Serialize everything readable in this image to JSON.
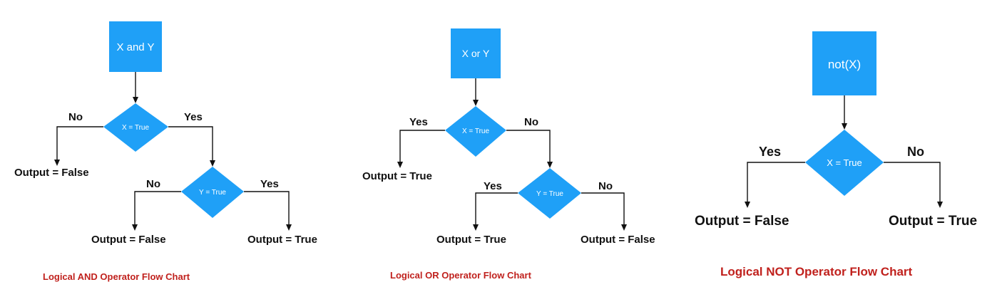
{
  "colors": {
    "shape": "#1fa0f7",
    "caption": "#c0211d",
    "line": "#111111"
  },
  "and_chart": {
    "start": "X and Y",
    "decision1": "X = True",
    "d1_left": "No",
    "d1_right": "Yes",
    "d1_left_output": "Output = False",
    "decision2": "Y = True",
    "d2_left": "No",
    "d2_right": "Yes",
    "d2_left_output": "Output = False",
    "d2_right_output": "Output = True",
    "caption": "Logical AND Operator Flow Chart"
  },
  "or_chart": {
    "start": "X or Y",
    "decision1": "X = True",
    "d1_left": "Yes",
    "d1_right": "No",
    "d1_left_output": "Output = True",
    "decision2": "Y = True",
    "d2_left": "Yes",
    "d2_right": "No",
    "d2_left_output": "Output = True",
    "d2_right_output": "Output = False",
    "caption": "Logical OR Operator Flow Chart"
  },
  "not_chart": {
    "start": "not(X)",
    "decision1": "X = True",
    "d1_left": "Yes",
    "d1_right": "No",
    "d1_left_output": "Output = False",
    "d1_right_output": "Output = True",
    "caption": "Logical NOT Operator Flow Chart"
  }
}
